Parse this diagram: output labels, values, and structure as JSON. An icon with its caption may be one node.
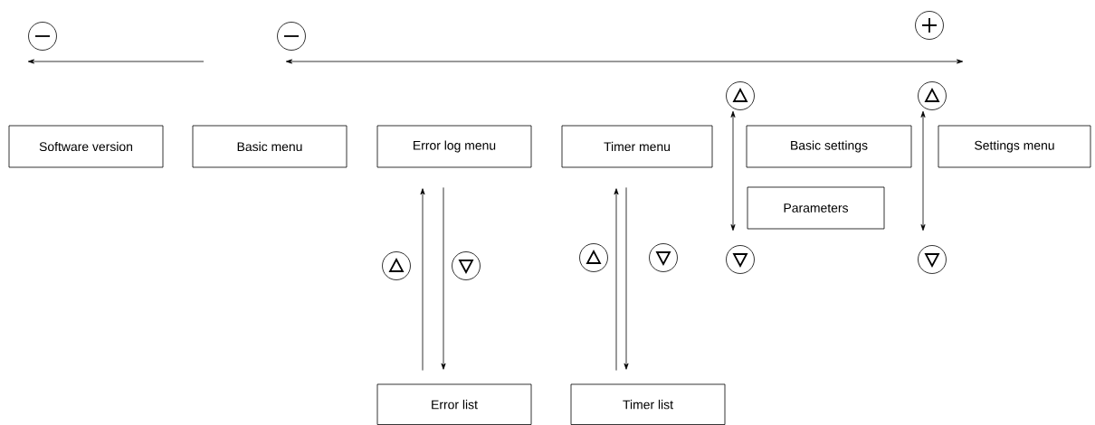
{
  "diagram": {
    "nodes": [
      {
        "text": [
          "Software version"
        ]
      },
      {
        "text": [
          "Basic menu"
        ]
      },
      {
        "text": [
          "Error log menu"
        ]
      },
      {
        "text": [
          "Timer menu"
        ]
      },
      {
        "text": [
          "Basic settings"
        ]
      },
      {
        "text": [
          "Settings menu"
        ]
      },
      {
        "text": [
          "Parameters"
        ]
      },
      {
        "text": [
          "Error list"
        ]
      },
      {
        "text": [
          "Timer list"
        ]
      }
    ],
    "edges": [
      {
        "from": 7,
        "to": 2,
        "arrow": "to"
      },
      {
        "from": 2,
        "to": 7,
        "arrow": "to"
      },
      {
        "from": 8,
        "to": 3,
        "arrow": "to"
      },
      {
        "from": 3,
        "to": 8,
        "arrow": "to"
      }
    ]
  }
}
